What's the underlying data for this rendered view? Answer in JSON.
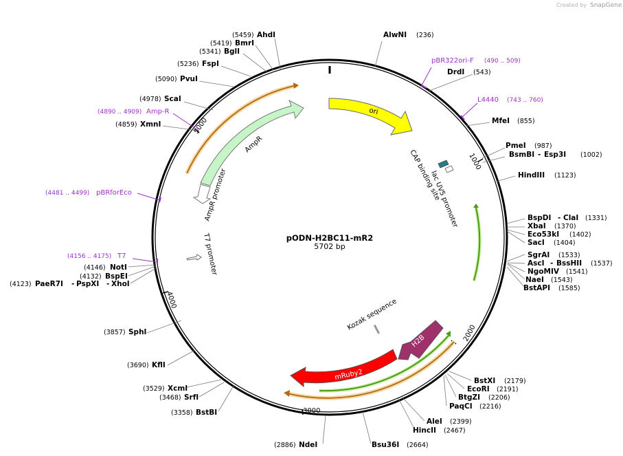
{
  "credit": {
    "prefix": "Created by",
    "brand": "SnapGene"
  },
  "plasmid": {
    "name": "pODN-H2BC11-mR2",
    "size": "5702 bp"
  },
  "colors": {
    "primer": "#9b30c8",
    "ori": "#ffff00",
    "ampr": "#c8f5c8",
    "mruby": "#ff0000",
    "h2b": "#a0306a",
    "lacuv5": "#2a7a8a",
    "orf_green": "#4c9a1a",
    "orf_orange": "#e0a030"
  },
  "ticks": [
    "1000",
    "2000",
    "3000",
    "4000",
    "5000"
  ],
  "sites": [
    {
      "name": "AhdI",
      "pos": "(5459)"
    },
    {
      "name": "BmrI",
      "pos": "(5419)"
    },
    {
      "name": "BglI",
      "pos": "(5341)"
    },
    {
      "name": "FspI",
      "pos": "(5236)"
    },
    {
      "name": "PvuI",
      "pos": "(5090)"
    },
    {
      "name": "ScaI",
      "pos": "(4978)"
    },
    {
      "name": "XmnI",
      "pos": "(4859)"
    },
    {
      "name": "AlwNI",
      "pos": "(236)"
    },
    {
      "name": "DrdI",
      "pos": "(543)"
    },
    {
      "name": "MfeI",
      "pos": "(855)"
    },
    {
      "name": "PmeI",
      "pos": "(987)"
    },
    {
      "name": "BsmBI",
      "pos": ""
    },
    {
      "name": "Esp3I",
      "pos": "(1002)"
    },
    {
      "name": "HindIII",
      "pos": "(1123)"
    },
    {
      "name": "BspDI",
      "pos": ""
    },
    {
      "name": "ClaI",
      "pos": "(1331)"
    },
    {
      "name": "XbaI",
      "pos": "(1370)"
    },
    {
      "name": "Eco53kI",
      "pos": "(1402)"
    },
    {
      "name": "SacI",
      "pos": "(1404)"
    },
    {
      "name": "SgrAI",
      "pos": "(1533)"
    },
    {
      "name": "AscI",
      "pos": ""
    },
    {
      "name": "BssHII",
      "pos": "(1537)"
    },
    {
      "name": "NgoMIV",
      "pos": "(1541)"
    },
    {
      "name": "NaeI",
      "pos": "(1543)"
    },
    {
      "name": "BstAPI",
      "pos": "(1585)"
    },
    {
      "name": "BstXI",
      "pos": "(2179)"
    },
    {
      "name": "EcoRI",
      "pos": "(2191)"
    },
    {
      "name": "BtgZI",
      "pos": "(2206)"
    },
    {
      "name": "PaqCI",
      "pos": "(2216)"
    },
    {
      "name": "AleI",
      "pos": "(2399)"
    },
    {
      "name": "HincII",
      "pos": "(2467)"
    },
    {
      "name": "Bsu36I",
      "pos": "(2664)"
    },
    {
      "name": "NdeI",
      "pos": "(2886)"
    },
    {
      "name": "BstBI",
      "pos": "(3358)"
    },
    {
      "name": "SrfI",
      "pos": "(3468)"
    },
    {
      "name": "XcmI",
      "pos": "(3529)"
    },
    {
      "name": "KflI",
      "pos": "(3690)"
    },
    {
      "name": "SphI",
      "pos": "(3857)"
    },
    {
      "name": "NotI",
      "pos": "(4146)"
    },
    {
      "name": "BspEI",
      "pos": "(4132)"
    },
    {
      "name": "PaeR7I",
      "pos": "(4123)"
    },
    {
      "name": "PspXI",
      "pos": ""
    },
    {
      "name": "XhoI",
      "pos": ""
    }
  ],
  "primers": [
    {
      "name": "pBR322ori-F",
      "range": "(490 .. 509)"
    },
    {
      "name": "L4440",
      "range": "(743 .. 760)"
    },
    {
      "name": "Amp-R",
      "range": "(4890 .. 4909)"
    },
    {
      "name": "pBRforEco",
      "range": "(4481 .. 4499)"
    },
    {
      "name": "T7",
      "range": "(4156 .. 4175)"
    }
  ],
  "features": {
    "ori": "ori",
    "ampr": "AmpR",
    "ampr_promoter": "AmpR promoter",
    "t7_promoter": "T7 promoter",
    "cap": "CAP binding site",
    "lac": "lac UV5 promoter",
    "kozak": "Kozak sequence",
    "h2b": "H2B",
    "mruby": "mRuby2"
  }
}
